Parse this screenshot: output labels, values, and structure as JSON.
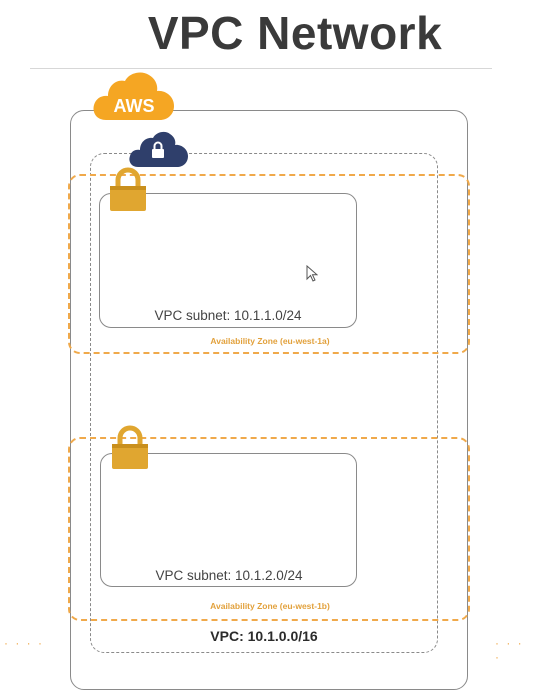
{
  "title": "VPC Network",
  "aws_cloud": {
    "label": "AWS",
    "color": "#f5a623"
  },
  "vpc_cloud": {
    "color": "#2f3f6b",
    "icon": "lock-icon"
  },
  "vpc": {
    "label": "VPC: 10.1.0.0/16"
  },
  "zones": [
    {
      "label": "Availability Zone (eu-west-1a)",
      "subnet_label": "VPC subnet: 10.1.1.0/24"
    },
    {
      "label": "Availability Zone (eu-west-1b)",
      "subnet_label": "VPC subnet: 10.1.2.0/24"
    }
  ],
  "colors": {
    "accent_orange": "#f0a94a",
    "lock_gold": "#e0a630",
    "border_gray": "#8a8a8a",
    "title_text": "#3a3a3a"
  },
  "icons": [
    "aws-cloud-icon",
    "vpc-cloud-icon",
    "padlock-icon",
    "mouse-cursor-icon"
  ]
}
